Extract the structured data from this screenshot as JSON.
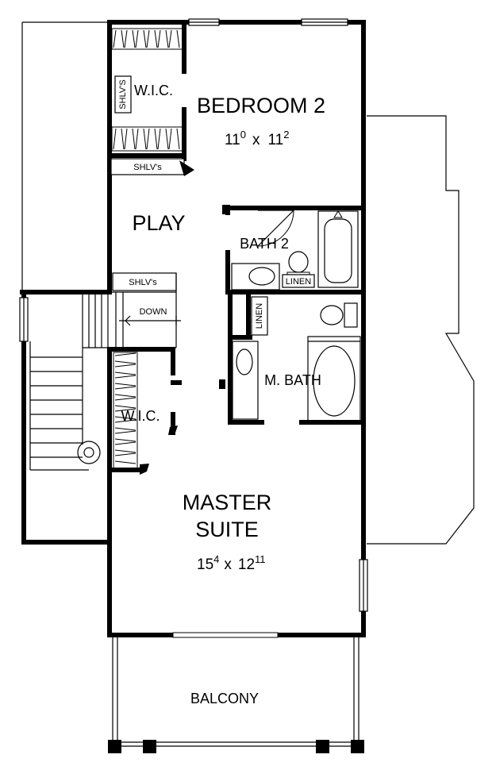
{
  "rooms": {
    "bedroom2": {
      "name": "BEDROOM 2",
      "dim_w": "11",
      "dim_w_sup": "0",
      "dim_x": "x",
      "dim_h": "11",
      "dim_h_sup": "2"
    },
    "wic_top": "W.I.C.",
    "shlvs_vertical": "SHLV'S",
    "shlvs_top": "SHLV's",
    "play": "PLAY",
    "shlvs_stair": "SHLV's",
    "down": "DOWN",
    "bath2": "BATH 2",
    "linen_bath2": "LINEN",
    "linen_hall": "LINEN",
    "mbath": "M. BATH",
    "wic_master": "W.I.C.",
    "master": {
      "line1": "MASTER",
      "line2": "SUITE",
      "dim_w": "15",
      "dim_w_sup": "4",
      "dim_x": "x",
      "dim_h": "12",
      "dim_h_sup": "11"
    },
    "balcony": "BALCONY"
  },
  "colors": {
    "ink": "#000000",
    "paper": "#ffffff"
  }
}
